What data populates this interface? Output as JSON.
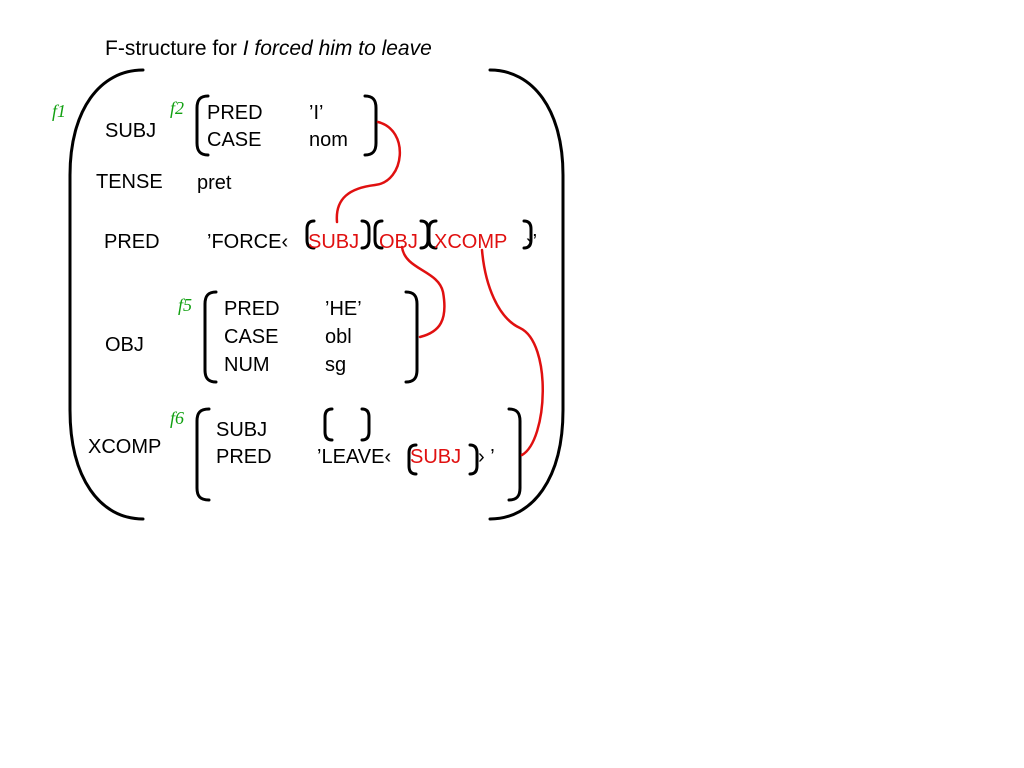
{
  "title": {
    "prefix": "F-structure for ",
    "sentence": "I forced him to leave"
  },
  "labels": {
    "f1": "f1",
    "f2": "f2",
    "f5": "f5",
    "f6": "f6"
  },
  "outer": {
    "subj_attr": "SUBJ",
    "tense_attr": "TENSE",
    "tense_val": "pret",
    "pred_attr": "PRED",
    "obj_attr": "OBJ",
    "xcomp_attr": "XCOMP"
  },
  "f2": {
    "pred_attr": "PRED",
    "pred_val": "’I’",
    "case_attr": "CASE",
    "case_val": "nom"
  },
  "force_pred": {
    "open": "’FORCE‹",
    "arg1": "SUBJ",
    "arg2": "OBJ",
    "arg3": "XCOMP",
    "close": "›’"
  },
  "f5": {
    "pred_attr": "PRED",
    "pred_val": "’HE’",
    "case_attr": "CASE",
    "case_val": "obl",
    "num_attr": "NUM",
    "num_val": "sg"
  },
  "f6": {
    "subj_attr": "SUBJ",
    "pred_attr": "PRED",
    "leave_open": "’LEAVE‹",
    "leave_arg": "SUBJ",
    "leave_close": "›  ’"
  },
  "colors": {
    "label": "#11a011",
    "link": "#e01010",
    "bracket": "#000000"
  }
}
